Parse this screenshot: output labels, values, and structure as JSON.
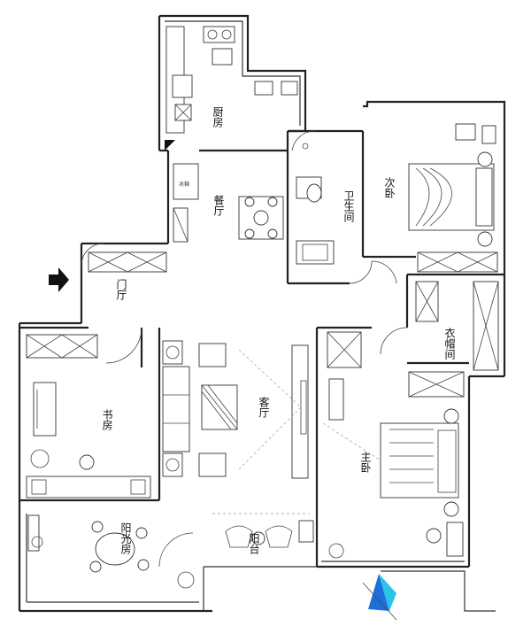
{
  "rooms": {
    "kitchen": "厨房",
    "dining": "餐厅",
    "bathroom": "卫生间",
    "second_bedroom": "次卧",
    "entrance": "门厅",
    "closet": "衣帽间",
    "living": "客厅",
    "study": "书房",
    "master_bedroom": "主卧",
    "sunroom": "阳光房",
    "balcony": "阳台"
  },
  "colors": {
    "wall": "#222222",
    "entry_arrow": "#111111",
    "compass_blue": "#1e6fd9",
    "compass_cyan": "#29c4e8"
  },
  "icons": {
    "entry": "entry-arrow-icon",
    "compass": "compass-icon"
  }
}
